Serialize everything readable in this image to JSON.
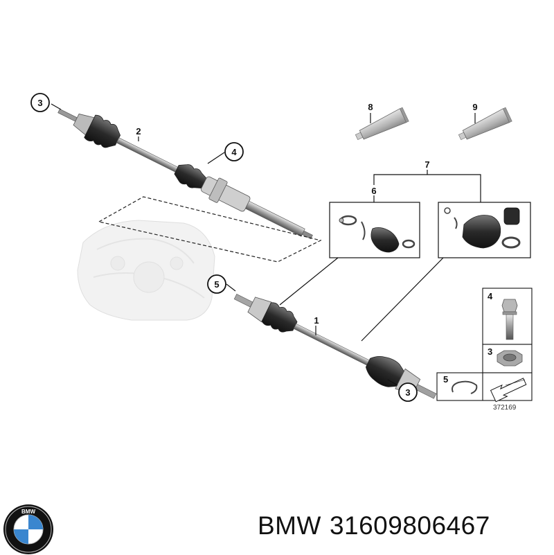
{
  "diagram": {
    "callouts": {
      "c1": "1",
      "c2": "2",
      "c3_top": "3",
      "c3_bottom": "3",
      "c4": "4",
      "c5": "5",
      "c6": "6",
      "c7": "7",
      "c8": "8",
      "c9": "9"
    },
    "legend": {
      "bolt_label": "4",
      "nut_label": "3",
      "ring_label": "5"
    },
    "reference_number": "372169"
  },
  "caption": {
    "brand": "BMW",
    "part_number": "31609806467",
    "logo_letters": "BMW"
  }
}
